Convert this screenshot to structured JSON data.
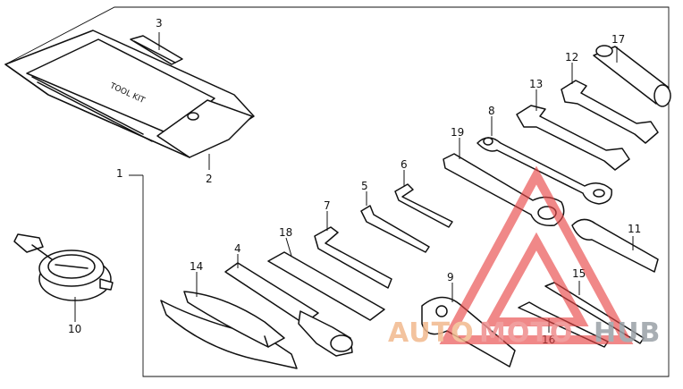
{
  "diagram": {
    "labels": {
      "n1": "1",
      "n2": "2",
      "n3": "3",
      "n4": "4",
      "n5": "5",
      "n6": "6",
      "n7": "7",
      "n8": "8",
      "n9": "9",
      "n10": "10",
      "n11": "11",
      "n12": "12",
      "n13": "13",
      "n14": "14",
      "n15": "15",
      "n16": "16",
      "n17": "17",
      "n18": "18",
      "n19": "19"
    },
    "pouch_print": "TOOL KIT"
  },
  "watermark": {
    "auto": "AUTO",
    "moto": "MOTO",
    "hub": "HUB",
    "colors": {
      "auto": "#f2b98e",
      "moto": "#ef8e8e",
      "hub": "#9aa0a6",
      "triangle": "#e84545"
    }
  }
}
